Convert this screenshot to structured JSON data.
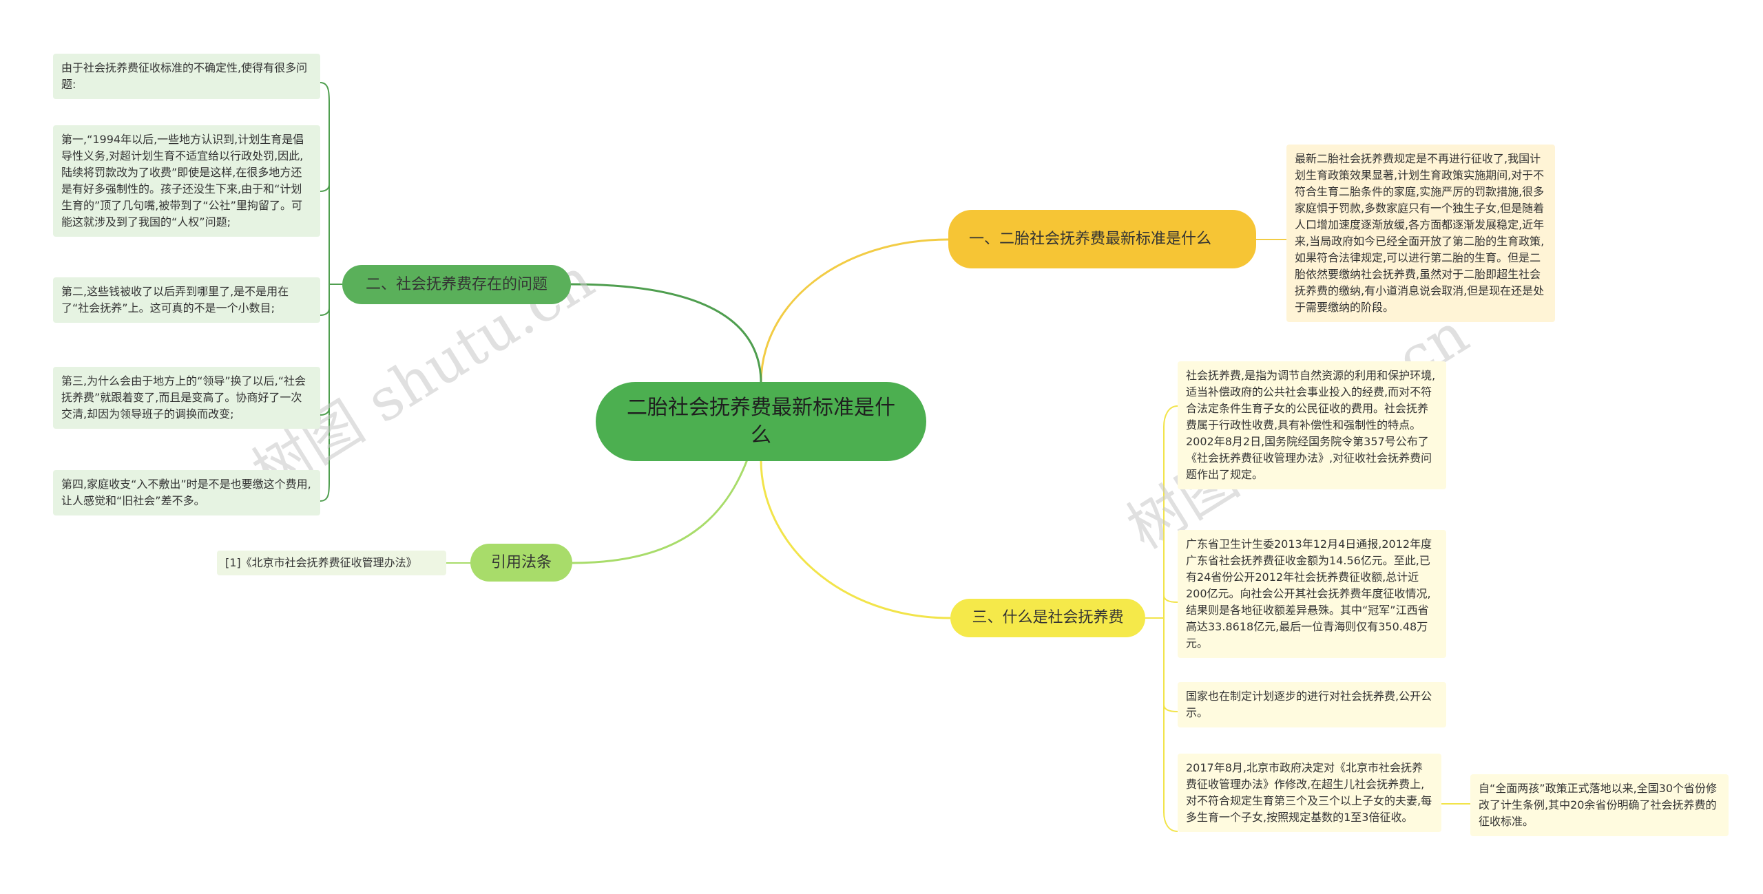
{
  "root": {
    "title": "二胎社会抚养费最新标准是什么"
  },
  "branches": {
    "b1": {
      "label": "一、二胎社会抚养费最新标准是什么"
    },
    "b2": {
      "label": "二、社会抚养费存在的问题"
    },
    "b3": {
      "label": "引用法条"
    },
    "b4": {
      "label": "三、什么是社会抚养费"
    }
  },
  "leaves": {
    "b1_1": "最新二胎社会抚养费规定是不再进行征收了,我国计划生育政策效果显著,计划生育政策实施期间,对于不符合生育二胎条件的家庭,实施严厉的罚款措施,很多家庭惧于罚款,多数家庭只有一个独生子女,但是随着人口增加速度逐渐放缓,各方面都逐渐发展稳定,近年来,当局政府如今已经全面开放了第二胎的生育政策,如果符合法律规定,可以进行第二胎的生育。但是二胎依然要缴纳社会抚养费,虽然对于二胎即超生社会抚养费的缴纳,有小道消息说会取消,但是现在还是处于需要缴纳的阶段。",
    "b2_1": "由于社会抚养费征收标准的不确定性,使得有很多问题:",
    "b2_2": "第一,“1994年以后,一些地方认识到,计划生育是倡导性义务,对超计划生育不适宜给以行政处罚,因此,陆续将罚款改为了收费”即使是这样,在很多地方还是有好多强制性的。孩子还没生下来,由于和“计划生育的”顶了几句嘴,被带到了“公社”里拘留了。可能这就涉及到了我国的“人权”问题;",
    "b2_3": "第二,这些钱被收了以后弄到哪里了,是不是用在了“社会抚养”上。这可真的不是一个小数目;",
    "b2_4": "第三,为什么会由于地方上的“领导”换了以后,“社会抚养费”就跟着变了,而且是变高了。协商好了一次交清,却因为领导班子的调换而改变;",
    "b2_5": "第四,家庭收支“入不敷出”时是不是也要缴这个费用,让人感觉和“旧社会”差不多。",
    "b3_1": "[1]《北京市社会抚养费征收管理办法》",
    "b4_1": "社会抚养费,是指为调节自然资源的利用和保护环境,适当补偿政府的公共社会事业投入的经费,而对不符合法定条件生育子女的公民征收的费用。社会抚养费属于行政性收费,具有补偿性和强制性的特点。2002年8月2日,国务院经国务院令第357号公布了《社会抚养费征收管理办法》,对征收社会抚养费问题作出了规定。",
    "b4_2": "广东省卫生计生委2013年12月4日通报,2012年度广东省社会抚养费征收金额为14.56亿元。至此,已有24省份公开2012年社会抚养费征收额,总计近200亿元。向社会公开其社会抚养费年度征收情况,结果则是各地征收额差异悬殊。其中“冠军”江西省高达33.8618亿元,最后一位青海则仅有350.48万元。",
    "b4_3": "国家也在制定计划逐步的进行对社会抚养费,公开公示。",
    "b4_4": "2017年8月,北京市政府决定对《北京市社会抚养费征收管理办法》作修改,在超生儿社会抚养费上,对不符合规定生育第三个及三个以上子女的夫妻,每多生育一个子女,按照规定基数的1至3倍征收。",
    "b4_4_1": "自“全面两孩”政策正式落地以来,全国30个省份修改了计生条例,其中20余省份明确了社会抚养费的征收标准。"
  },
  "watermarks": [
    "树图 shutu.cn",
    "树图 shutu.cn"
  ],
  "colors": {
    "root": "#4caf50",
    "branch1": "#f6c535",
    "branch2": "#5ab05a",
    "branch3": "#a8dc6a",
    "branch4": "#f5e94a",
    "line_green": "#5aa95a",
    "line_yellow": "#f0d24a",
    "line_lightgreen": "#a8dc6a"
  }
}
